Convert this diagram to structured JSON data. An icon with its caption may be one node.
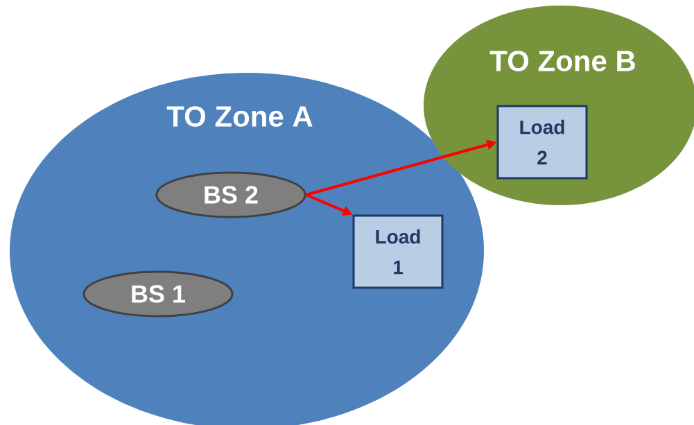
{
  "diagram": {
    "nodes": [
      {
        "text": [
          "TO Zone A"
        ]
      },
      {
        "text": [
          "TO Zone B"
        ]
      },
      {
        "text": [
          "BS 2"
        ],
        "in": 0
      },
      {
        "text": [
          "Load 2"
        ],
        "in": 1
      },
      {
        "text": [
          "Load 1"
        ],
        "in": 0
      },
      {
        "text": [
          "BS 1"
        ],
        "in": 0
      }
    ],
    "edges": [
      {
        "from": 2,
        "to": 3,
        "arrow": "to"
      },
      {
        "from": 2,
        "to": 4,
        "arrow": "to"
      }
    ]
  }
}
